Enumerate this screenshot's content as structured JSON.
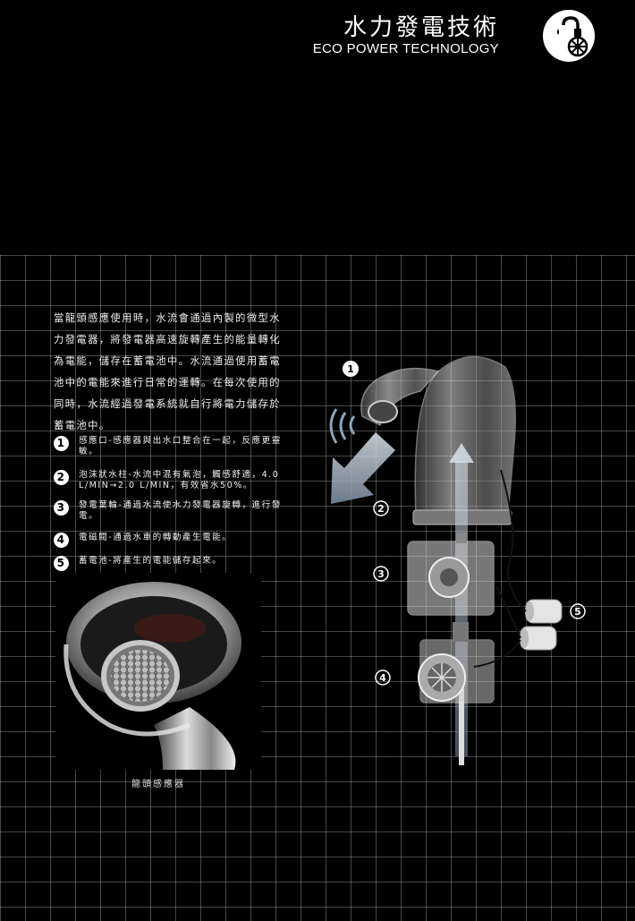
{
  "header": {
    "title_cn": "水力發電技術",
    "title_en": "ECO POWER TECHNOLOGY",
    "logo_icon": "faucet-turbine-icon"
  },
  "intro": {
    "text": "當龍頭感應使用時，水流會通過內製的微型水力發電器，將發電器高速旋轉產生的能量轉化為電能，儲存在蓄電池中。水流通過使用蓄電池中的電能來進行日常的運轉。在每次使用的同時，水流經過發電系統就自行將電力儲存於蓄電池中。"
  },
  "features": [
    {
      "num": "1",
      "text": "感應口-感應器與出水口整合在一起，反應更靈敏。"
    },
    {
      "num": "2",
      "text": "泡沫狀水柱-水流中混有氣泡，觸感舒適，4.0 L/MIN→2.0 L/MIN，有效省水50%。"
    },
    {
      "num": "3",
      "text": "發電葉輪-通過水流使水力發電器旋轉，進行發電。"
    },
    {
      "num": "4",
      "text": "電磁閥-通過水車的轉動產生電能。"
    },
    {
      "num": "5",
      "text": "蓄電池-將產生的電能儲存起來。"
    }
  ],
  "photo": {
    "caption": "龍頭感應器"
  },
  "diagram": {
    "markers": [
      "1",
      "2",
      "3",
      "4",
      "5"
    ]
  },
  "colors": {
    "background": "#000000",
    "grid": "#4a4a4a",
    "text": "#ffffff",
    "flow": "#9aa9b8"
  }
}
